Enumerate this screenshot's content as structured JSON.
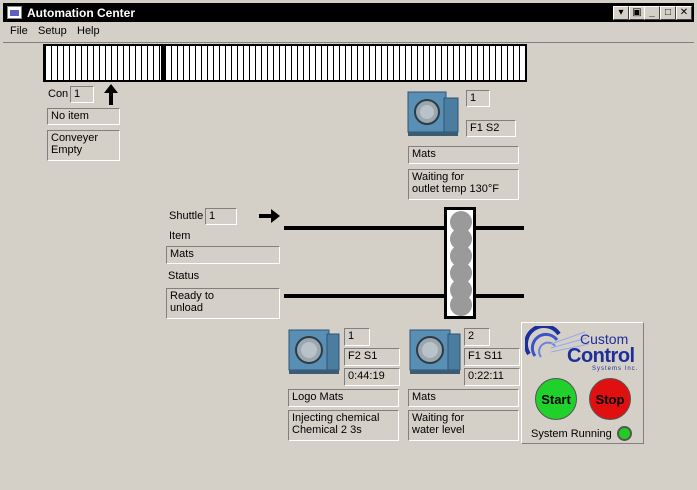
{
  "window": {
    "title": "Automation Center"
  },
  "menu": [
    "File",
    "Setup",
    "Help"
  ],
  "conveyor": {
    "con_label": "Con",
    "con_value": "1",
    "item": "No item",
    "status": "Conveyer\nEmpty"
  },
  "washer_top": {
    "number": "1",
    "id": "F1 S2",
    "item": "Mats",
    "status": "Waiting for\noutlet temp 130°F"
  },
  "shuttle": {
    "label": "Shuttle",
    "value": "1",
    "item_label": "Item",
    "item": "Mats",
    "status_label": "Status",
    "status": "Ready to\nunload"
  },
  "washer_left": {
    "number": "1",
    "id": "F2 S1",
    "time": "0:44:19",
    "item": "Logo Mats",
    "status": "Injecting chemical\nChemical 2   3s"
  },
  "washer_right": {
    "number": "2",
    "id": "F1 S11",
    "time": "0:22:11",
    "item": "Mats",
    "status": "Waiting for\nwater level"
  },
  "control": {
    "logo_line1": "Custom",
    "logo_line2": "Control",
    "logo_line3": "Systems Inc.",
    "start_label": "Start",
    "stop_label": "Stop",
    "system_status": "System Running",
    "colors": {
      "start": "#1fd12a",
      "stop": "#e01010",
      "status_led": "#22cc22",
      "logo": "#1f2f9a"
    }
  }
}
